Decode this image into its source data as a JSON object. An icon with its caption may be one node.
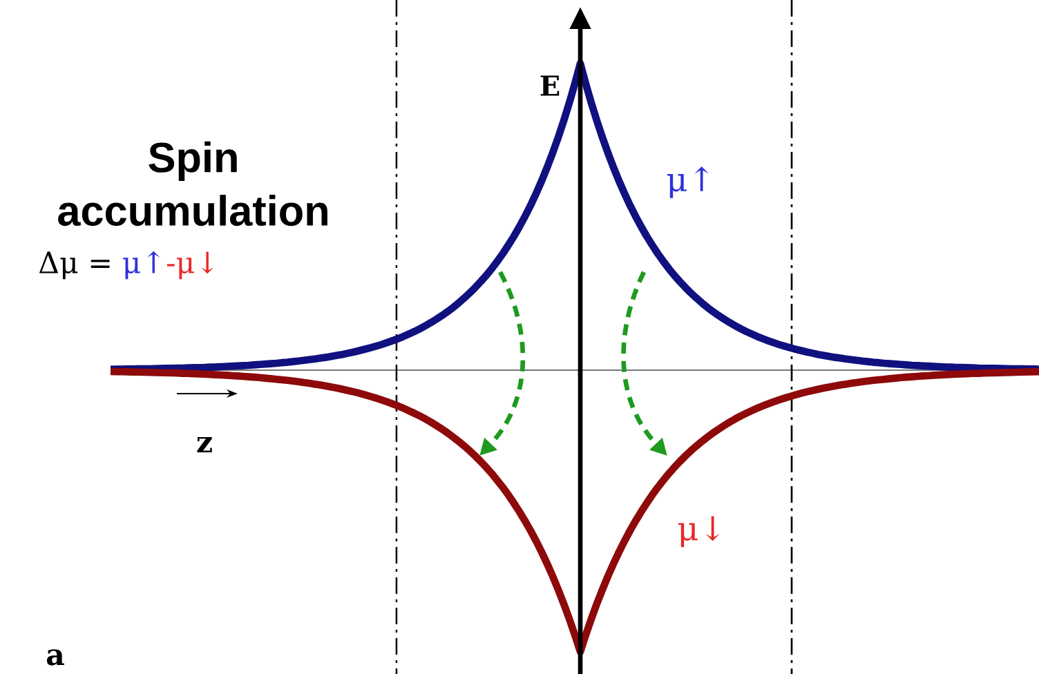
{
  "diagram": {
    "labels": [
      "E",
      "Spin accumulation",
      "Δμ =",
      "μ↑",
      "-μ↓",
      "μ↑",
      "z",
      "μ↓",
      "a"
    ]
  }
}
